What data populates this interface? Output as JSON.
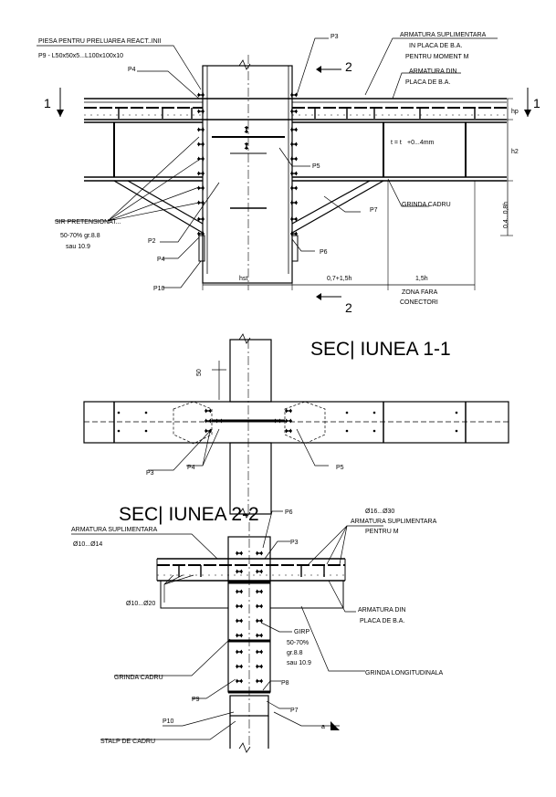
{
  "top": {
    "labels": {
      "piesa": "PIESA PENTRU PRELUAREA REACT..INII",
      "piesa2": "P9 - L50x50x5...L100x100x10",
      "p3": "P3",
      "p4": "P4",
      "armSup1": "ARMATURA SUPLIMENTARA",
      "armSup2": "IN PLACA DE B.A.",
      "armSup3": "PENTRU MOMENT M",
      "armDin1": "ARMATURA DIN",
      "armDin2": "PLACA DE B.A.",
      "tw": "t = t",
      "tw2": "+0...4mm",
      "grinda": "GRINDA CADRU",
      "p5": "P5",
      "p7": "P7",
      "p6": "P6",
      "p2": "P2",
      "p10": "P10",
      "sir1": "SIR PRETENSIONAT...",
      "sir2": "50-70% gr.8.8",
      "sir3": "sau 10.9",
      "hst": "hst",
      "dim07": "0,7+1,5h",
      "dim15": "1,5h",
      "zona1": "ZONA FARA",
      "zona2": "CONECTORI",
      "hp": "hp",
      "h2": "h2",
      "dim049": "0,4...0,8h",
      "sec1": "1",
      "sec2": "2"
    }
  },
  "s11": {
    "title": "SEC| IUNEA 1-1",
    "p3": "P3",
    "p4": "P4",
    "p5": "P5",
    "dim": "50"
  },
  "s22": {
    "title": "SEC| IUNEA 2-2",
    "p6": "P6",
    "p3": "P3",
    "armSup1": "ARMATURA SUPLIMENTARA",
    "armSup2": "Ø10...Ø14",
    "armSupR1": "Ø16...Ø30",
    "armSupR2": "ARMATURA SUPLIMENTARA",
    "armSupR3": "PENTRU M",
    "armDin1": "ARMATURA DIN",
    "armDin2": "PLACA DE B.A.",
    "phi": "Ø10...Ø20",
    "girp": "GIRP",
    "gp2": "50-70%",
    "gp3": "gr.8.8",
    "gp4": "sau 10.9",
    "gcadru": "GRINDA CADRU",
    "glong": "GRINDA LONGITUDINALA",
    "p8": "P8",
    "p9": "P9",
    "p7": "P7",
    "p10": "P10",
    "stalp": "STALP DE CADRU",
    "a": "a"
  }
}
